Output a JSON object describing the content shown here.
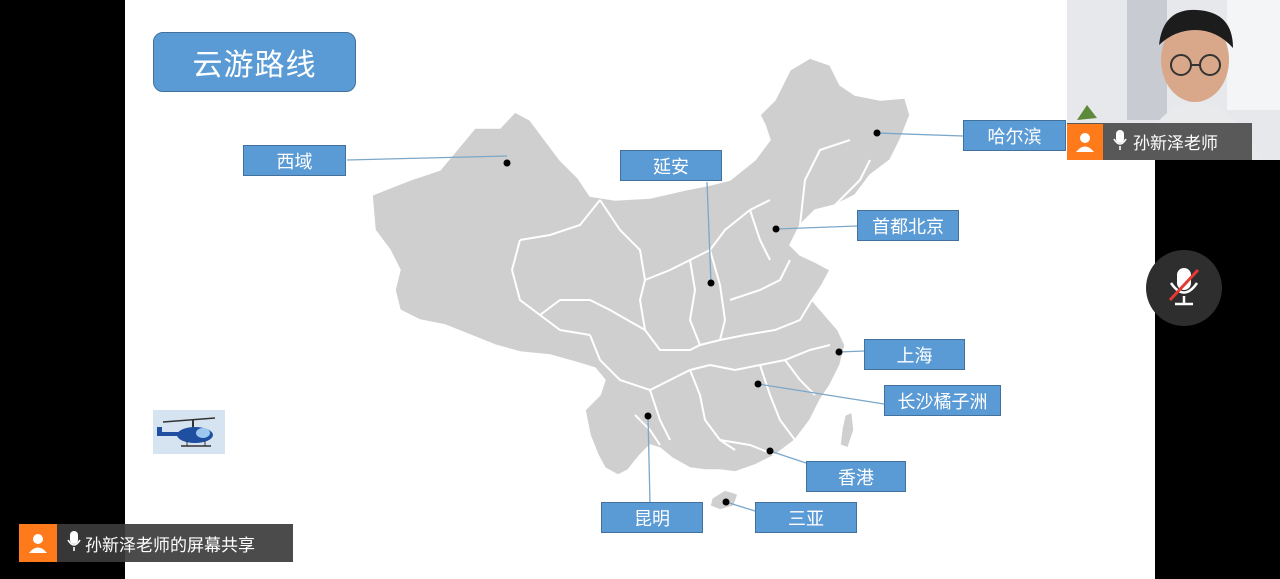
{
  "slide": {
    "title": "云游路线",
    "labels": {
      "xiyu": "西域",
      "yanan": "延安",
      "harbin": "哈尔滨",
      "beijing": "首都北京",
      "shanghai": "上海",
      "changsha": "长沙橘子洲",
      "hongkong": "香港",
      "kunming": "昆明",
      "sanya": "三亚"
    }
  },
  "participant": {
    "name": "孙新泽老师"
  },
  "share_banner": {
    "text": "孙新泽老师的屏幕共享"
  },
  "colors": {
    "label_fill": "#5b9bd5",
    "map_fill": "#cfcfcf",
    "accent_orange": "#ff7a1a"
  },
  "icons": {
    "mic": "microphone-icon",
    "mic_muted": "microphone-muted-icon",
    "avatar": "person-icon"
  }
}
